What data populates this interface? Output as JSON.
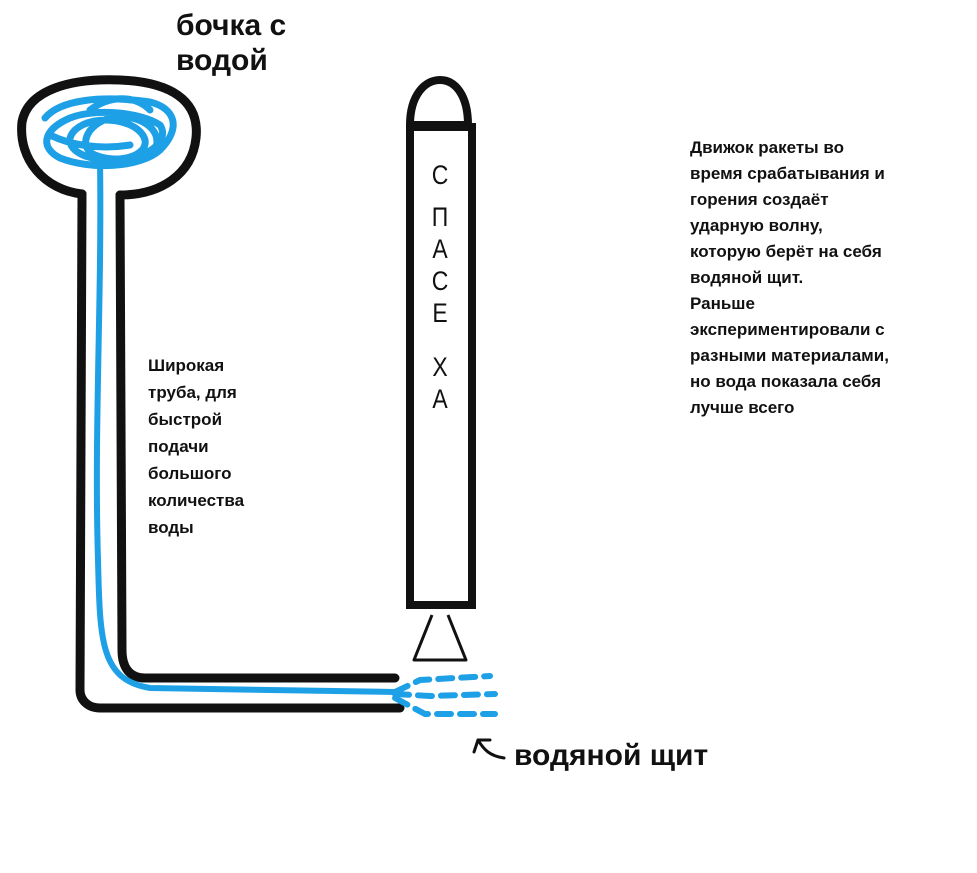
{
  "labels": {
    "barrel": "бочка с\nводой",
    "pipe": "Широкая\nтруба, для\nбыстрой\nподачи\nбольшого\nколичества\nводы",
    "shield": "водяной щит",
    "engine": "Движок ракеты во\nвремя срабатывания и\nгорения создаёт\nударную волну,\nкоторую берёт на себя\nводяной щит.\nРаньше\nэкспериментировали с\nразными материалами,\nно вода показала себя\nлучше всего"
  },
  "rocket": {
    "letters": [
      "С",
      "П",
      "А",
      "С",
      "Е",
      "Х",
      "А"
    ]
  },
  "colors": {
    "outline": "#111111",
    "water": "#1ea0e6",
    "background": "#ffffff"
  }
}
